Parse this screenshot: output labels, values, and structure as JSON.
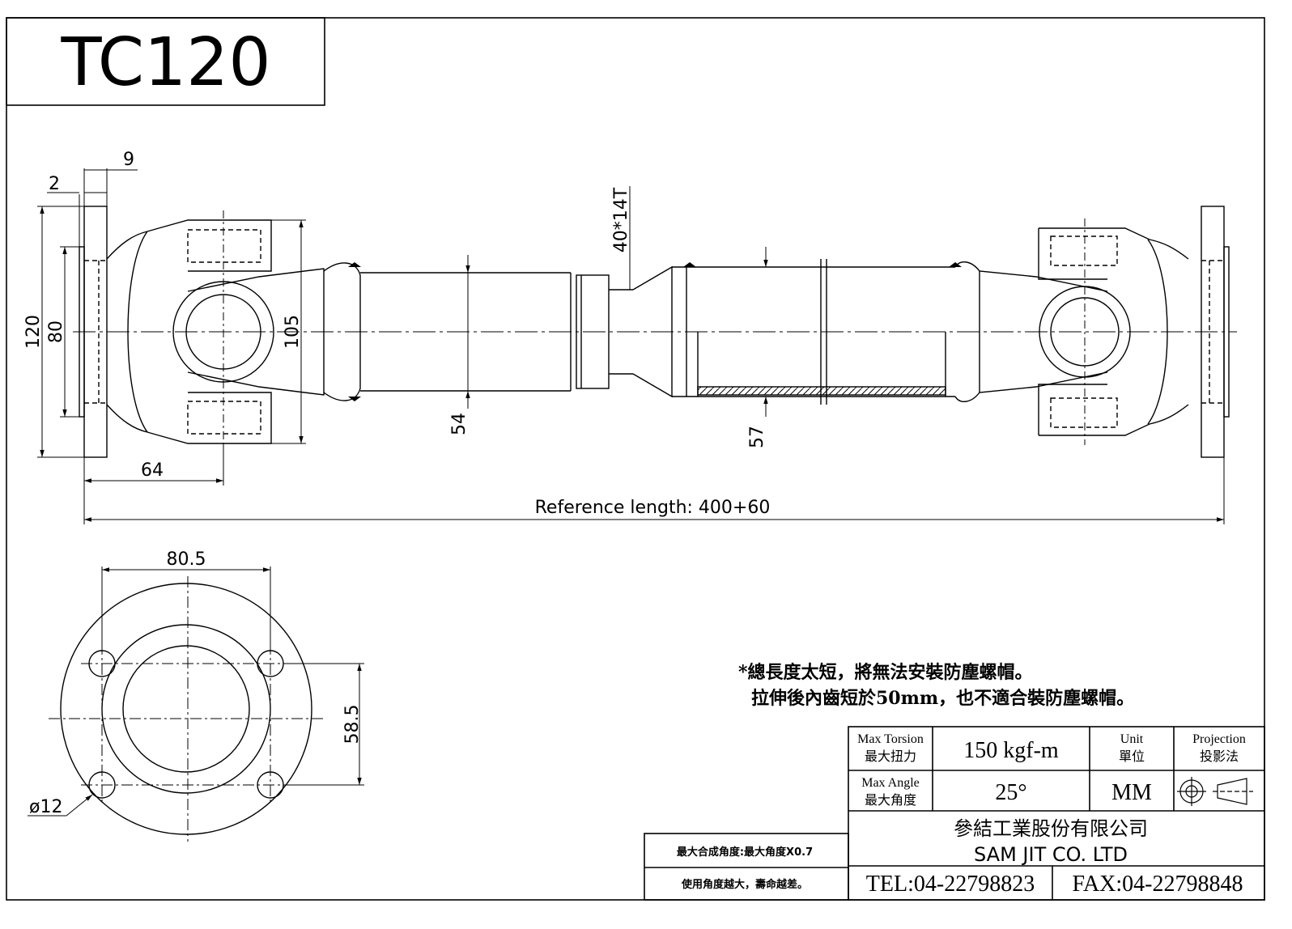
{
  "title": "TC120",
  "dimensions": {
    "flange_thickness": "9",
    "spigot": "2",
    "flange_od": "120",
    "spigot_dia": "80",
    "yoke_height": "105",
    "spline_spec": "40*14T",
    "shaft_dia": "54",
    "tube_dia": "57",
    "yoke_length": "64",
    "reference_length": "Reference length: 400+60"
  },
  "flange_view": {
    "bolt_span": "80.5",
    "bolt_span_v": "58.5",
    "hole_dia": "ø12"
  },
  "notes": {
    "line1": "*總長度太短，將無法安裝防塵螺帽。",
    "line2": "拉伸後內齒短於50mm，也不適合裝防塵螺帽。"
  },
  "spec_table": {
    "max_torsion_en": "Max Torsion",
    "max_torsion_zh": "最大扭力",
    "max_torsion_value": "150 kgf-m",
    "unit_en": "Unit",
    "unit_zh": "單位",
    "projection_en": "Projection",
    "projection_zh": "投影法",
    "max_angle_en": "Max Angle",
    "max_angle_zh": "最大角度",
    "max_angle_value": "25°",
    "unit_value": "MM",
    "company_zh": "參結工業股份有限公司",
    "company_en": "SAM JIT CO. LTD",
    "tel": "TEL:04-22798823",
    "fax": "FAX:04-22798848"
  },
  "side_notes": {
    "line1": "最大合成角度:最大角度X0.7",
    "line2": "使用角度越大，壽命越差。"
  }
}
